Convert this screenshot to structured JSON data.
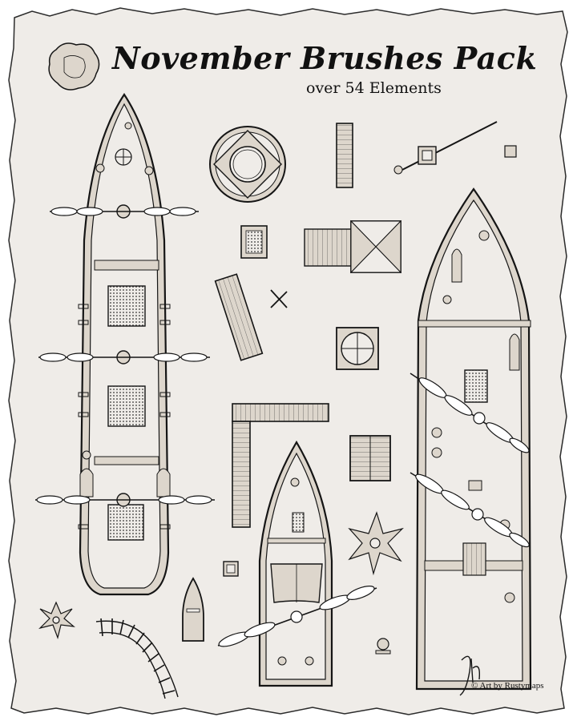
{
  "title": "November Brushes Pack",
  "subtitle": "over 54 Elements",
  "credit": "© Art by Rustymaps",
  "colors": {
    "paper": "#efece8",
    "ink": "#151515",
    "wood": "#ddd6cc"
  },
  "elements": [
    {
      "name": "large-ship-icon"
    },
    {
      "name": "sailboat-icon"
    },
    {
      "name": "galleon-icon"
    },
    {
      "name": "tower-top-icon"
    },
    {
      "name": "dock-plank-icon"
    },
    {
      "name": "crane-icon"
    },
    {
      "name": "crate-icon"
    },
    {
      "name": "bridge-tower-icon"
    },
    {
      "name": "raft-icon"
    },
    {
      "name": "crossed-oars-icon"
    },
    {
      "name": "well-icon"
    },
    {
      "name": "pier-l-icon"
    },
    {
      "name": "cargo-icon"
    },
    {
      "name": "starfish-plant-icon"
    },
    {
      "name": "rowboat-icon"
    },
    {
      "name": "rail-track-icon"
    },
    {
      "name": "signature-icon"
    },
    {
      "name": "rock-island-icon"
    }
  ]
}
